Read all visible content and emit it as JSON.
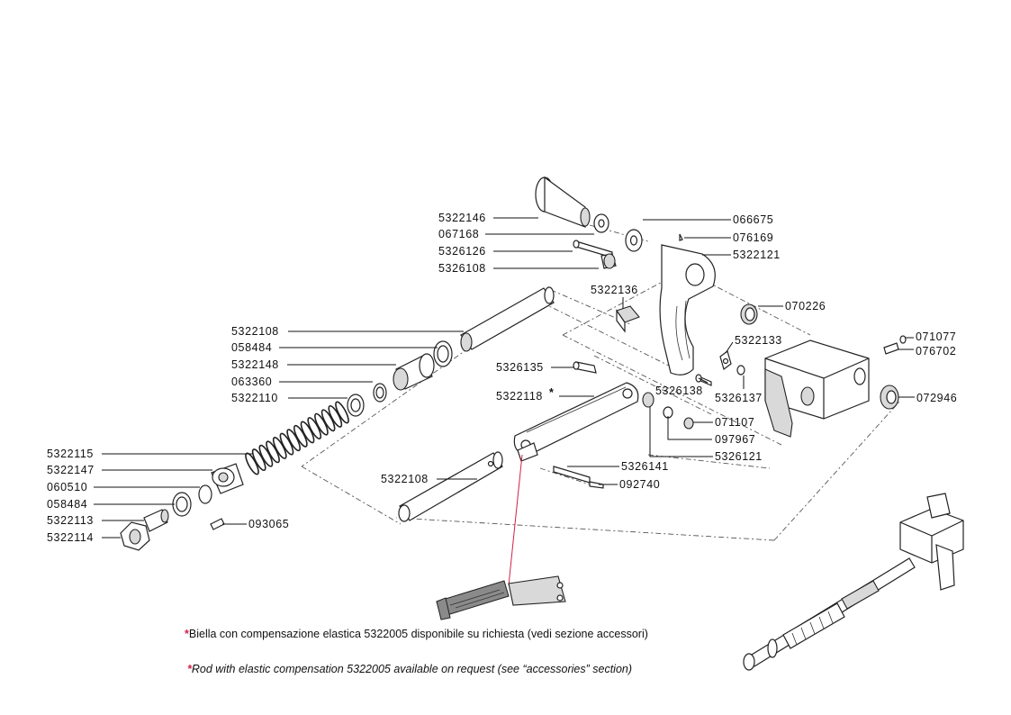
{
  "labels": {
    "p5322146": "5322146",
    "p067168": "067168",
    "p5326126": "5326126",
    "p5326108": "5326108",
    "p066675": "066675",
    "p076169": "076169",
    "p5322121": "5322121",
    "p5322136": "5322136",
    "p070226": "070226",
    "p5322108a": "5322108",
    "p058484a": "058484",
    "p5322148": "5322148",
    "p063360": "063360",
    "p5322110": "5322110",
    "p5326135": "5326135",
    "p5322118": "5322118",
    "p5322133": "5322133",
    "p071077": "071077",
    "p076702": "076702",
    "p5326138": "5326138",
    "p5326137": "5326137",
    "p072946": "072946",
    "p071107": "071107",
    "p097967": "097967",
    "p5326121": "5326121",
    "p5326141": "5326141",
    "p092740": "092740",
    "p5322108b": "5322108",
    "p5322115": "5322115",
    "p5322147": "5322147",
    "p060510": "060510",
    "p058484b": "058484",
    "p5322113": "5322113",
    "p093065": "093065",
    "p5322114": "5322114",
    "star": "*"
  },
  "notes": {
    "star": "*",
    "it": "Biella con compensazione elastica 5322005 disponibile su richiesta (vedi sezione accessori)",
    "en": "Rod with elastic compensation 5322005 available on request (see “accessories” section)"
  },
  "colors": {
    "star": "#d0204a",
    "leader_red": "#d0204a"
  }
}
